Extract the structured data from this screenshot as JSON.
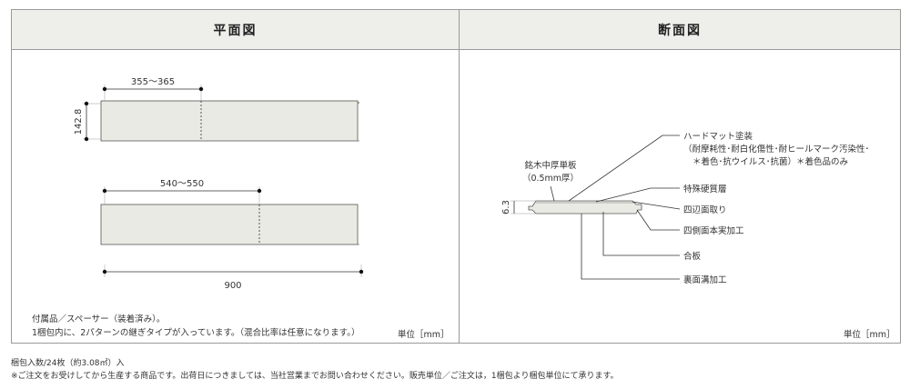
{
  "headers": {
    "plan": "平面図",
    "section": "断面図"
  },
  "plan": {
    "dim_short_length": "355～365",
    "dim_width": "142.8",
    "dim_long_length": "540～550",
    "dim_total_length": "900",
    "note_line1": "付属品／スペーサー（装着済み）。",
    "note_line2": "1梱包内に、2パターンの継ぎタイプが入っています。（混合比率は任意になります。）",
    "unit": "単位［mm］"
  },
  "section": {
    "thickness": "6.3",
    "veneer_label_1": "銘木中厚単板",
    "veneer_label_2": "（0.5mm厚）",
    "coating_1": "ハードマット塗装",
    "coating_2": "（耐摩耗性･耐白化傷性･耐ヒールマーク汚染性･",
    "coating_3": "＊着色･抗ウイルス･抗菌）＊着色品のみ",
    "hard_layer": "特殊硬質層",
    "chamfer": "四辺面取り",
    "tongue_groove": "四側面本実加工",
    "plywood": "合板",
    "back_groove": "裏面溝加工",
    "unit": "単位［mm］"
  },
  "footer": {
    "line1": "梱包入数/24枚（約3.08㎡）入",
    "line2": "※ご注文をお受けしてから生産する商品です。出荷日につきましては、当社営業までお問い合わせください。販売単位／ご注文は，1梱包より梱包単位にて承ります。"
  }
}
